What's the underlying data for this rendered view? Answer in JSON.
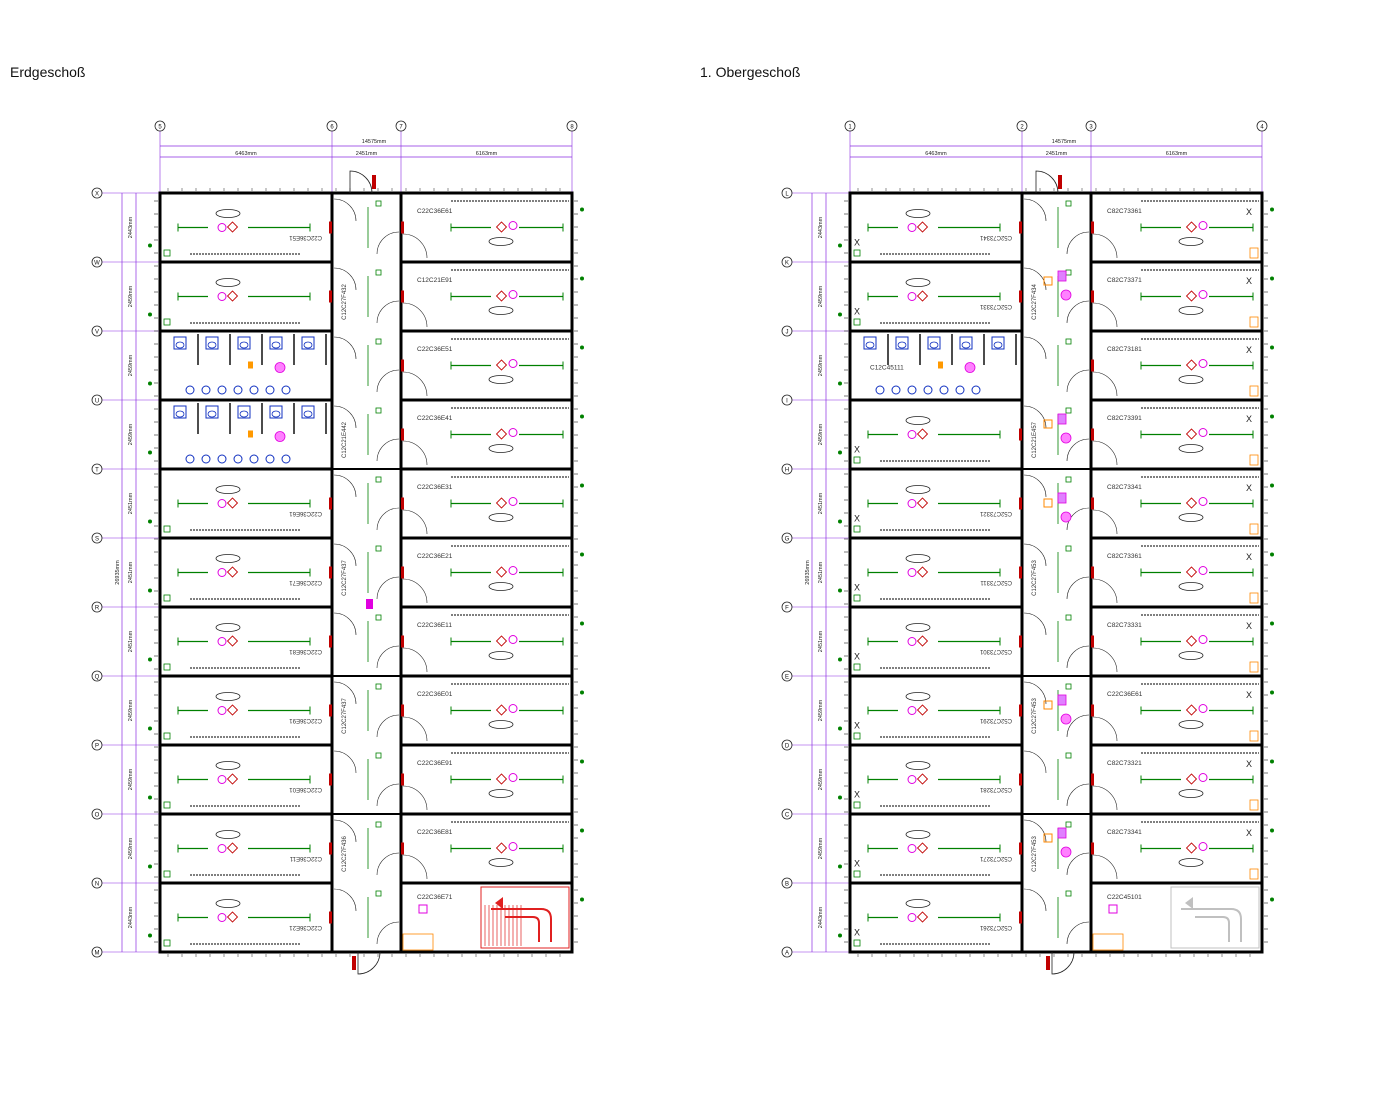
{
  "plans": [
    {
      "title": "Erdgeschoß",
      "col_labels": [
        "5",
        "6",
        "7",
        "8"
      ],
      "row_labels": [
        "X",
        "W",
        "V",
        "U",
        "T",
        "S",
        "R",
        "Q",
        "P",
        "O",
        "N",
        "M"
      ],
      "overall_dim": "14575mm",
      "seg_dims": [
        "6463mm",
        "2451mm",
        "6163mm"
      ],
      "row_dims": [
        "2443mm",
        "2459mm",
        "2459mm",
        "2459mm",
        "2451mm",
        "2451mm",
        "2451mm",
        "2459mm",
        "2459mm",
        "2459mm",
        "2443mm"
      ],
      "total_vertical_dim": "26935mm",
      "left_codes": [
        "C22C36E51",
        "",
        "",
        "",
        "C22C36E61",
        "C22C36E71",
        "C22C36E81",
        "C22C36E91",
        "C22C36E01",
        "C22C36E11",
        "C22C36E21"
      ],
      "right_codes": [
        "C22C36E61",
        "C12C21E91",
        "C22C36E51",
        "C22C36E41",
        "C22C36E31",
        "C22C36E21",
        "C22C36E11",
        "C22C36E01",
        "C22C36E91",
        "C22C36E81",
        "C22C36E71"
      ],
      "corridor_codes": [
        "C12C27F432",
        "C12C21E442",
        "C12C27F437",
        "C12C27F437",
        "C12C27F436"
      ]
    },
    {
      "title": "1. Obergeschoß",
      "col_labels": [
        "1",
        "2",
        "3",
        "4"
      ],
      "row_labels": [
        "L",
        "K",
        "J",
        "I",
        "H",
        "G",
        "F",
        "E",
        "D",
        "C",
        "B",
        "A"
      ],
      "overall_dim": "14575mm",
      "seg_dims": [
        "6463mm",
        "2451mm",
        "6163mm"
      ],
      "row_dims": [
        "2443mm",
        "2459mm",
        "2459mm",
        "2459mm",
        "2451mm",
        "2451mm",
        "2451mm",
        "2459mm",
        "2459mm",
        "2459mm",
        "2443mm"
      ],
      "total_vertical_dim": "26935mm",
      "left_codes": [
        "C52C73341",
        "C52C73331",
        "C12C45111",
        "",
        "C52C73321",
        "C52C73311",
        "C52C73301",
        "C52C73291",
        "C52C73281",
        "C52C73271",
        "C52C73261"
      ],
      "right_codes": [
        "C82C73361",
        "C82C73371",
        "C82C73181",
        "C82C73391",
        "C82C73341",
        "C82C73361",
        "C82C73331",
        "C22C36E61",
        "C82C73321",
        "C82C73341",
        "C22C45101"
      ],
      "corridor_codes": [
        "C12C27F434",
        "C12C21E457",
        "C12C27F453",
        "C12C27F453",
        "C12C27F453"
      ]
    }
  ],
  "colors": {
    "wall": "#000000",
    "dimension": "#8a2be2",
    "furniture": "#008000",
    "door": "#c00000",
    "symbol": "#e000e0",
    "sanitary": "#1030c0",
    "stair": "#e02020"
  }
}
